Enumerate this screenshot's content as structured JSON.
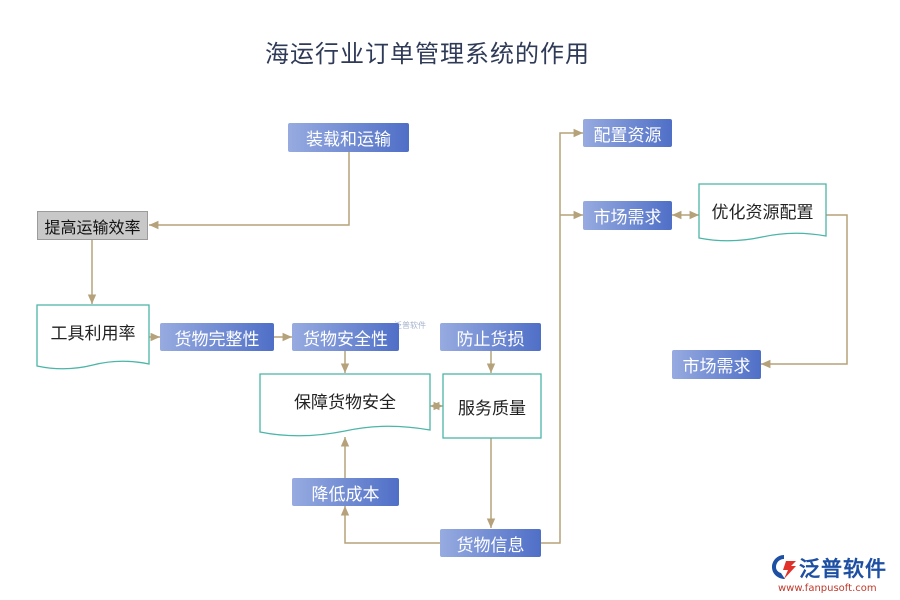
{
  "title": "海运行业订单管理系统的作用",
  "nodes": {
    "load_transport": "装载和运输",
    "improve_efficiency": "提高运输效率",
    "tool_utilization": "工具利用率",
    "cargo_integrity": "货物完整性",
    "cargo_security": "货物安全性",
    "prevent_damage": "防止货损",
    "ensure_safety": "保障货物安全",
    "service_quality": "服务质量",
    "reduce_cost": "降低成本",
    "cargo_info": "货物信息",
    "allocate_resources": "配置资源",
    "market_demand_1": "市场需求",
    "optimize_resources": "优化资源配置",
    "market_demand_2": "市场需求"
  },
  "watermark": "泛普软件",
  "logo": {
    "name": "泛普软件",
    "url": "www.fanpusoft.com"
  },
  "colors": {
    "connector": "#b5a27a",
    "node_blue_start": "#97abe0",
    "node_blue_end": "#4f6fc7",
    "doc_border": "#4bb5a8"
  }
}
